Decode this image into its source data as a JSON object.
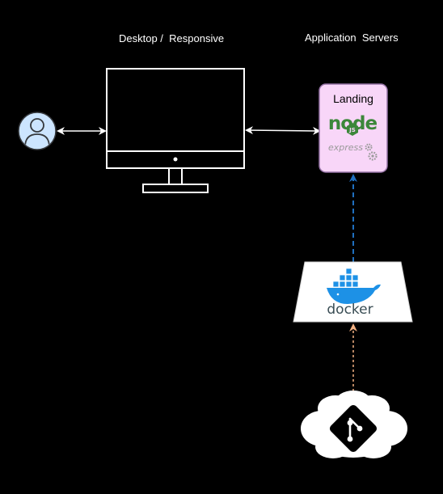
{
  "labels": {
    "desktop": "Desktop /  Responsive",
    "application_servers": "Application  Servers"
  },
  "landing_box": {
    "title": "Landing",
    "node_logo_text": "node",
    "node_js_badge": "JS",
    "express_logo_text": "express"
  },
  "docker": {
    "label": "docker"
  },
  "icons": {
    "user": "user-icon",
    "monitor": "monitor-icon",
    "node": "nodejs-logo-icon",
    "express": "express-gears-icon",
    "docker": "docker-whale-icon",
    "git": "git-logo-icon",
    "cloud": "cloud-shape"
  },
  "colors": {
    "background": "#000000",
    "foreground": "#ffffff",
    "user_fill": "#cce5ff",
    "user_stroke": "#36393d",
    "landing_fill": "#f8d6f8",
    "landing_stroke": "#9673a6",
    "node_green": "#3c873a",
    "express_gray": "#9a9a9a",
    "docker_blue": "#1d91e6",
    "docker_text": "#394d54",
    "arrow_blue": "#1f6fbf",
    "arrow_orange": "#f4b183"
  }
}
